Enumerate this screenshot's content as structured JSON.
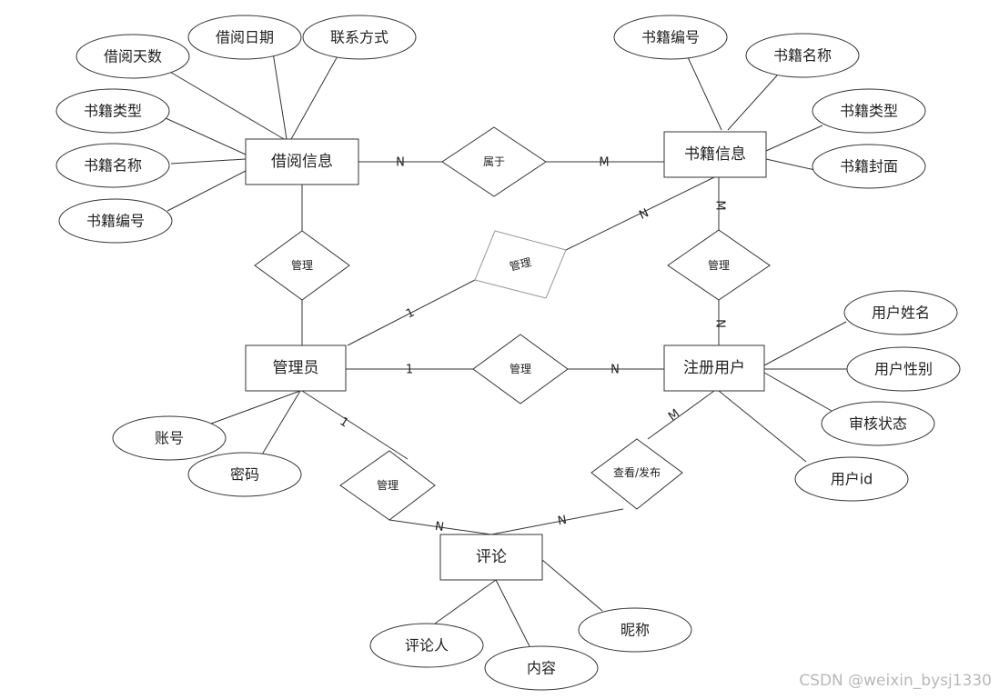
{
  "entities": {
    "borrow_info": "借阅信息",
    "book_info": "书籍信息",
    "admin": "管理员",
    "user": "注册用户",
    "comment": "评论"
  },
  "attributes": {
    "borrow_days": "借阅天数",
    "borrow_date": "借阅日期",
    "contact": "联系方式",
    "borrow_book_type": "书籍类型",
    "borrow_book_name": "书籍名称",
    "borrow_book_no": "书籍编号",
    "book_no": "书籍编号",
    "book_name": "书籍名称",
    "book_type": "书籍类型",
    "book_cover": "书籍封面",
    "user_name": "用户姓名",
    "user_gender": "用户性别",
    "audit_status": "审核状态",
    "user_id": "用户id",
    "account": "账号",
    "password": "密码",
    "commenter": "评论人",
    "content": "内容",
    "nickname": "昵称"
  },
  "relationships": {
    "belongs": "属于",
    "manage_left": "管理",
    "manage_center": "管理",
    "manage_right": "管理",
    "manage_mid": "管理",
    "manage_bottom": "管理",
    "view_publish": "查看/发布"
  },
  "cardinalities": {
    "borrow_belongs_N": "N",
    "belongs_book_M": "M",
    "center_book_N": "N",
    "center_admin_1": "1",
    "book_right_M": "M",
    "right_user_N": "N",
    "admin_mid_1": "1",
    "mid_user_N": "N",
    "admin_bottom_1": "1",
    "bottom_comment_N": "N",
    "user_view_M": "M",
    "view_comment_N": "N"
  },
  "watermark": "CSDN @weixin_bysj1330"
}
